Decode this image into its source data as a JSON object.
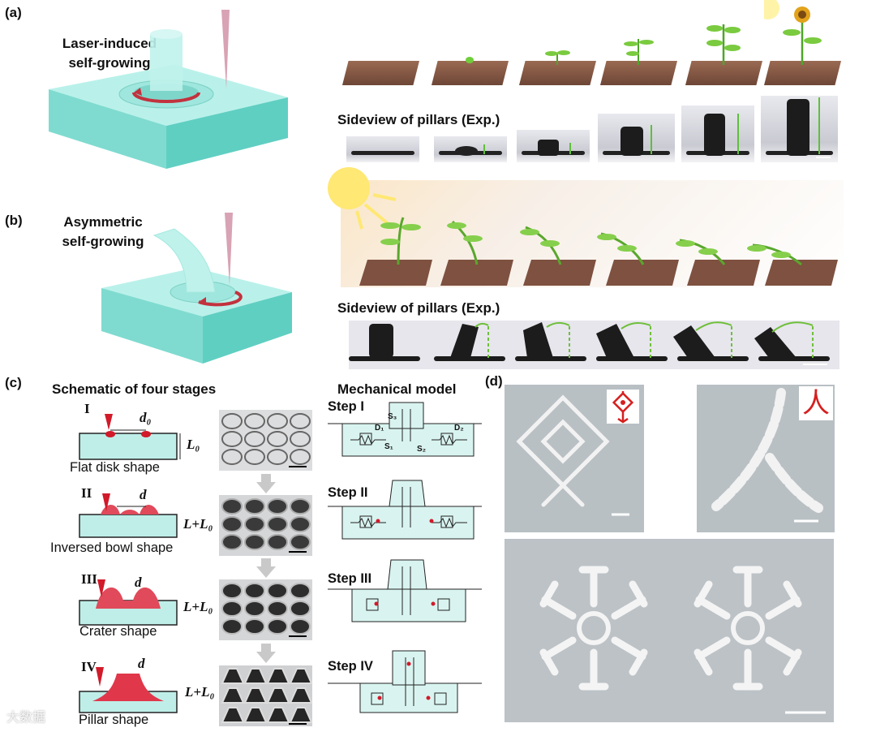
{
  "panel_a": {
    "label": "(a)",
    "title_line1": "Laser-induced",
    "title_line2": "self-growing",
    "sideview_label": "Sideview of pillars (Exp.)"
  },
  "panel_b": {
    "label": "(b)",
    "title_line1": "Asymmetric",
    "title_line2": "self-growing",
    "sideview_label": "Sideview of pillars (Exp.)"
  },
  "panel_c": {
    "label": "(c)",
    "heading_left": "Schematic of four stages",
    "heading_right": "Mechanical model",
    "stages": [
      {
        "numeral": "I",
        "gap": "d₀",
        "height": "L₀",
        "caption": "Flat disk shape",
        "step": "Step I"
      },
      {
        "numeral": "II",
        "gap": "d",
        "height": "L+L₀",
        "caption": "Inversed bowl shape",
        "step": "Step II"
      },
      {
        "numeral": "III",
        "gap": "d",
        "height": "L+L₀",
        "caption": "Crater shape",
        "step": "Step III"
      },
      {
        "numeral": "IV",
        "gap": "d",
        "height": "L+L₀",
        "caption": "Pillar shape",
        "step": "Step IV"
      }
    ],
    "model_symbols": {
      "s3": "S₃",
      "d1": "D₁",
      "s1": "S₁",
      "s2": "S₂",
      "d2": "D₂"
    }
  },
  "panel_d": {
    "label": "(d)",
    "icon_right_char": "人"
  },
  "watermark": "大数据",
  "colors": {
    "cyan": "#8fe6dc",
    "model_fill": "#d9f4f0",
    "laser": "#d11a2a",
    "green_arrow": "#6fbf3a",
    "red_icon": "#d61f1f"
  }
}
